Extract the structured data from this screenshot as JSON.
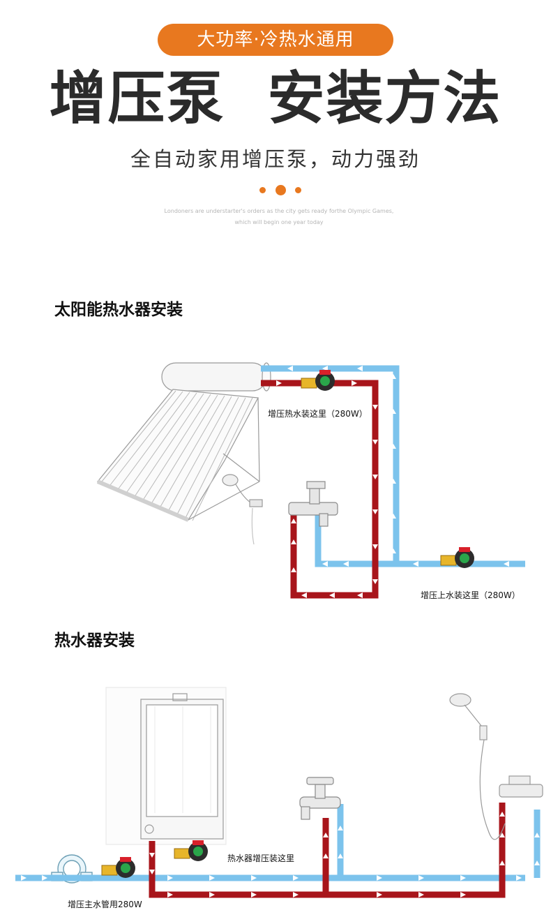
{
  "header": {
    "badge": "大功率·冷热水通用",
    "title": "增压泵  安装方法",
    "subtitle": "全自动家用增压泵，动力强劲",
    "english_line1": "Londoners are understarter's orders as the city gets ready forthe Olympic Games,",
    "english_line2": "which will begin one year today"
  },
  "sections": [
    {
      "title": "太阳能热水器安装",
      "labels": {
        "hot_pump": "增压热水装这里（280W）",
        "inlet_pump": "增压上水装这里（280W）"
      }
    },
    {
      "title": "热水器安装",
      "labels": {
        "heater_pump": "热水器增压装这里",
        "main_pump": "增压主水管用280W"
      }
    }
  ],
  "colors": {
    "accent": "#e8781f",
    "hot_pipe": "#a8151b",
    "cold_pipe": "#7cc3ec",
    "text": "#2b2b2b"
  }
}
